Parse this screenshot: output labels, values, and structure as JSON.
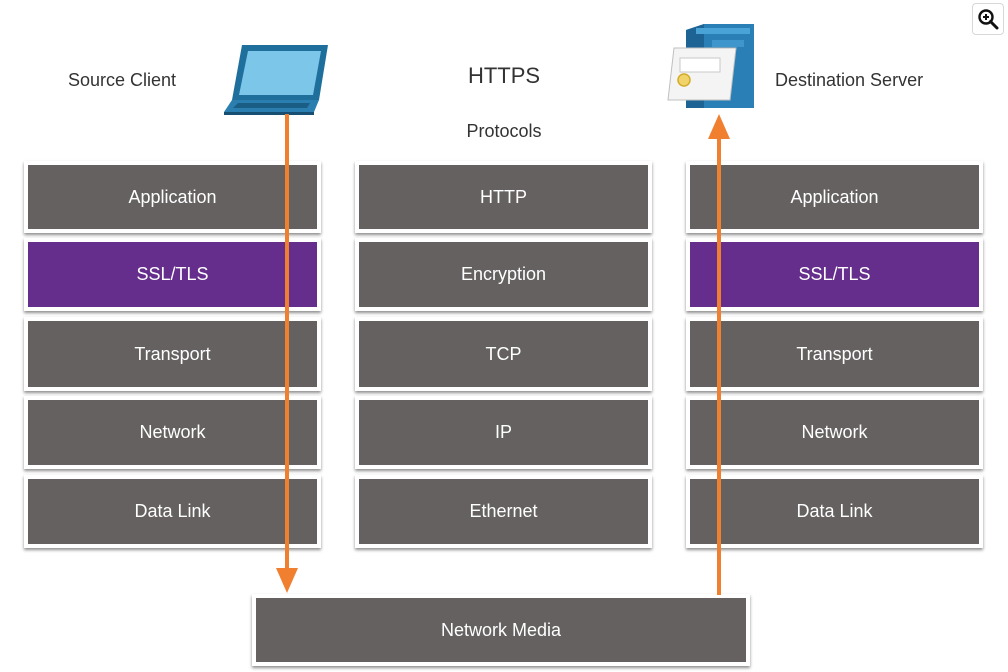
{
  "title": "HTTPS",
  "subtitle": "Protocols",
  "source_label": "Source Client",
  "destination_label": "Destination Server",
  "client_stack": [
    "Application",
    "SSL/TLS",
    "Transport",
    "Network",
    "Data Link"
  ],
  "protocol_stack": [
    "HTTP",
    "Encryption",
    "TCP",
    "IP",
    "Ethernet"
  ],
  "server_stack": [
    "Application",
    "SSL/TLS",
    "Transport",
    "Network",
    "Data Link"
  ],
  "media_label": "Network Media",
  "icons": {
    "zoom": "zoom-in-icon",
    "client": "laptop-icon",
    "server": "server-icon"
  },
  "colors": {
    "layer": "#656161",
    "highlight": "#652d8c",
    "arrow": "#f08030"
  }
}
